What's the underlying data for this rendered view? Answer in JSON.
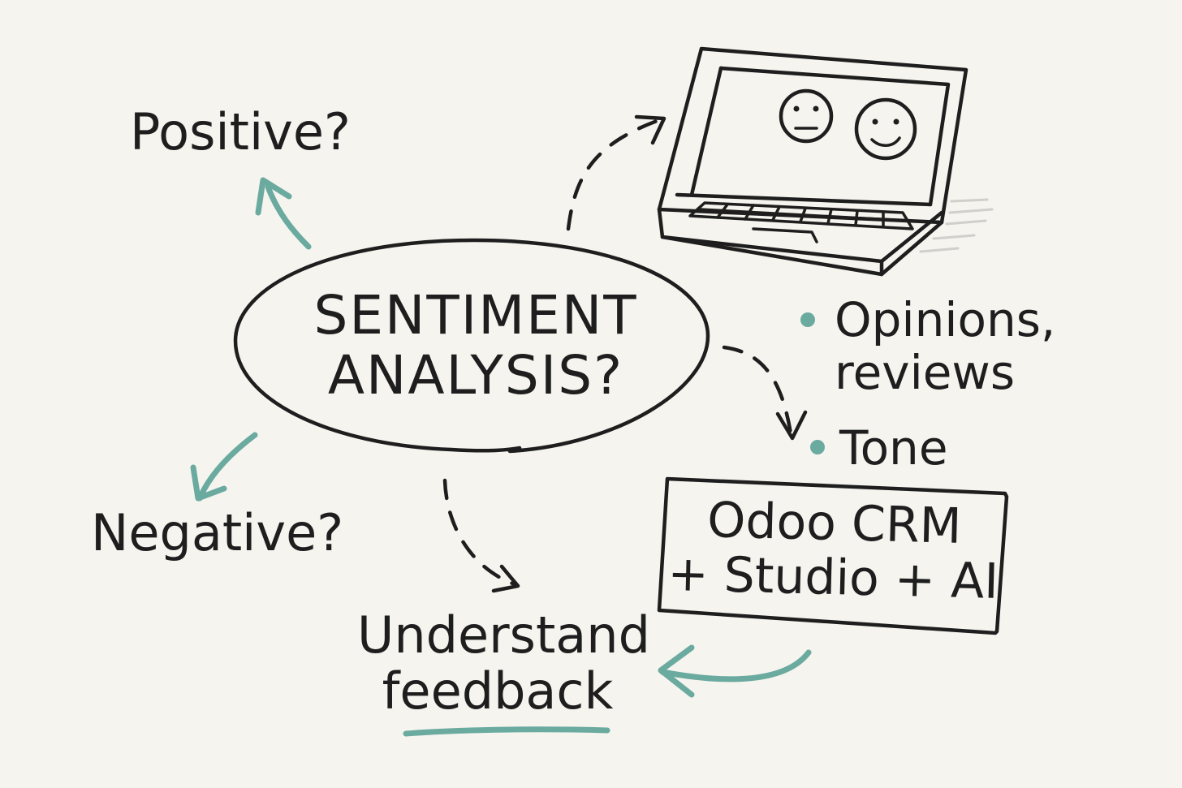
{
  "diagram": {
    "center": {
      "line1": "SENTIMENT",
      "line2": "ANALYSIS?"
    },
    "positive_label": "Positive?",
    "negative_label": "Negative?",
    "bullets": [
      {
        "line1": "Opinions,",
        "line2": "reviews"
      },
      {
        "line1": "Tone"
      }
    ],
    "crm_box": {
      "line1": "Odoo CRM",
      "line2": "+ Studio + AI"
    },
    "outcome": {
      "line1": "Understand",
      "line2": "feedback"
    },
    "laptop_icon": "laptop-with-neutral-and-happy-faces",
    "colors": {
      "ink": "#1e1e1e",
      "accent": "#6aaa9f",
      "background": "#f5f4ef"
    }
  }
}
